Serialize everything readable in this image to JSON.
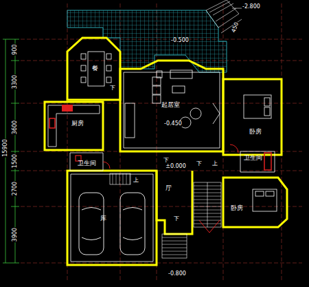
{
  "diagram": {
    "nodes": [
      {
        "text": [
          "餐"
        ]
      },
      {
        "text": [
          "起居室"
        ]
      },
      {
        "text": [
          "厨房"
        ]
      },
      {
        "text": [
          "卧房"
        ]
      },
      {
        "text": [
          "卫生间"
        ]
      },
      {
        "text": [
          "卫生间"
        ]
      },
      {
        "text": [
          "卧房"
        ]
      },
      {
        "text": [
          "库"
        ]
      },
      {
        "text": [
          "厅"
        ]
      }
    ],
    "labels": [
      "900",
      "3300",
      "3600",
      "1500",
      "2700",
      "3900",
      "15900",
      "-2.800",
      "450",
      "-0.500",
      "下",
      "-0.450",
      "下",
      "±0.000",
      "下",
      "上",
      "上",
      "下",
      "-0.800"
    ]
  }
}
